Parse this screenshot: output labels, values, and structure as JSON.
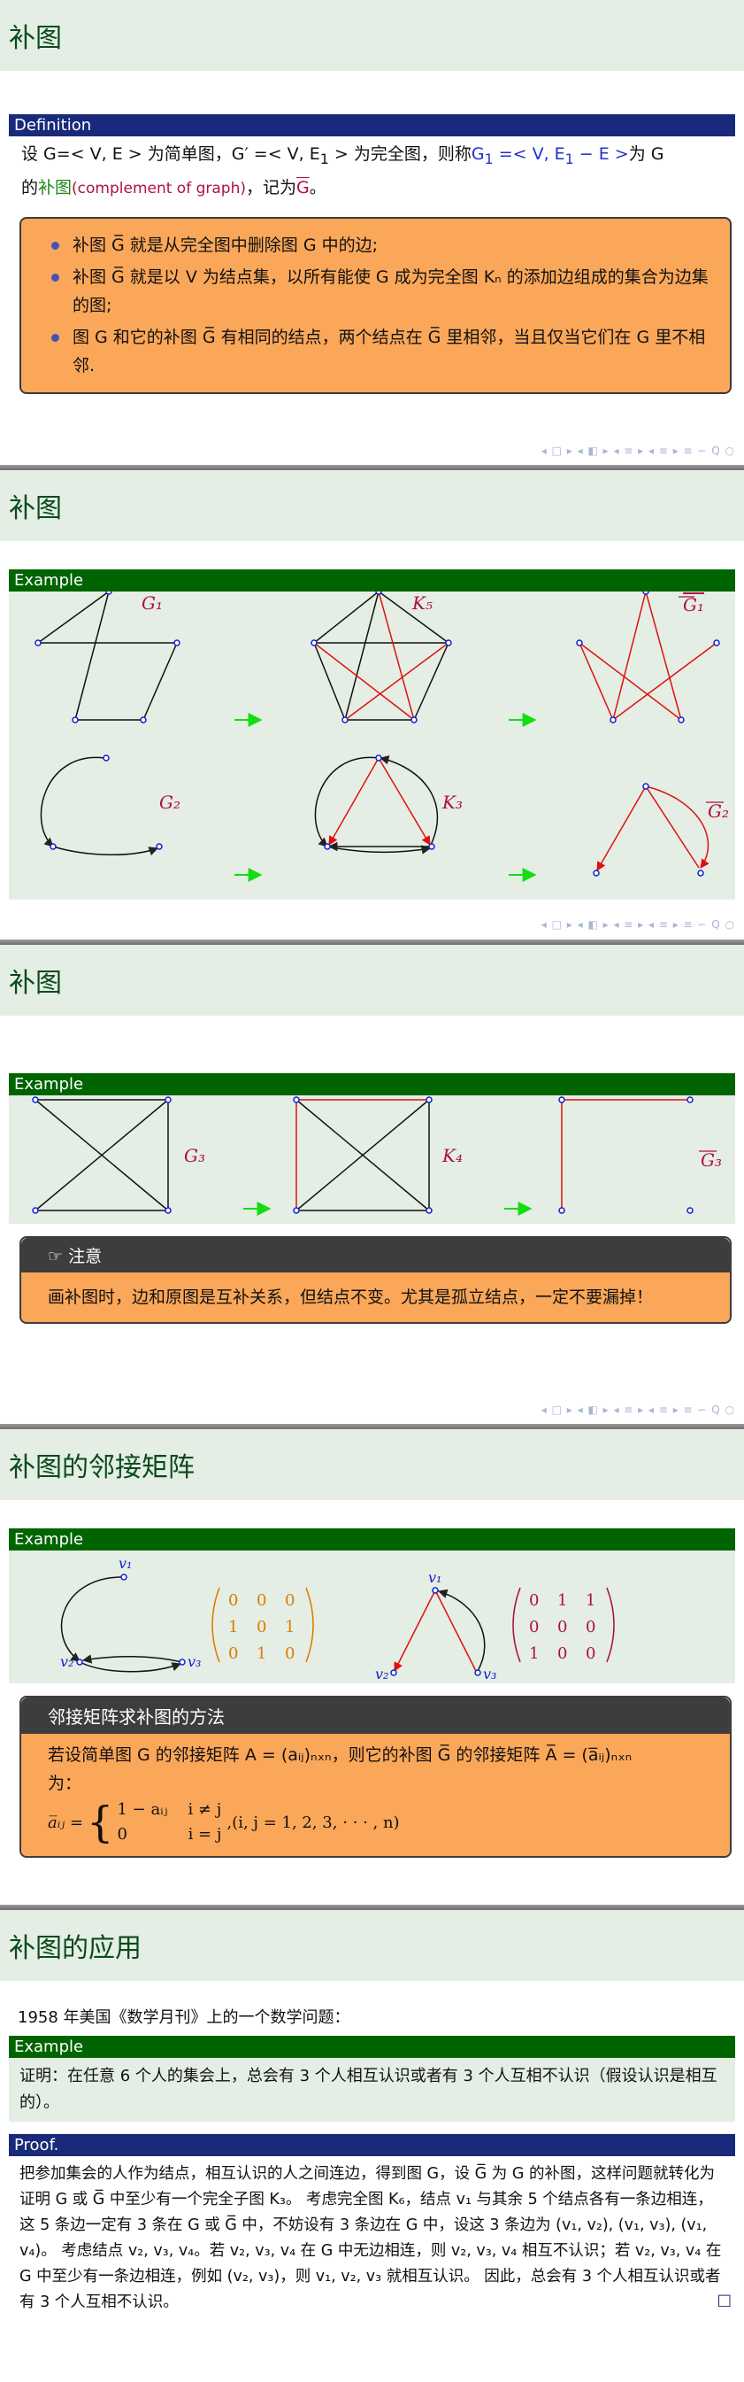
{
  "slide1": {
    "title": "补图",
    "def_head": "Definition",
    "def_line1_a": "设 G=< V, E > 为简单图，G′ =< V, E",
    "def_line1_sub": "1",
    "def_line1_b": " > 为完全图，则称",
    "def_line1_blue": "G",
    "def_line1_blue_sub": "1",
    "def_line1_blue_rest": " =< V, E",
    "def_line1_blue_sub2": "1",
    "def_line1_blue_rest2": " − E >",
    "def_line1_c": "为 G",
    "def_line2_a": "的",
    "def_line2_green": "补图",
    "def_line2_red": "(complement of graph)",
    "def_line2_b": "，记为",
    "def_line2_gbar": "G",
    "def_line2_c": "。",
    "bullets": [
      "补图 G̅ 就是从完全图中删除图 G 中的边;",
      "补图 G̅ 就是以 V 为结点集，以所有能使 G 成为完全图 Kₙ 的添加边组成的集合为边集的图;",
      "图 G 和它的补图 G̅ 有相同的结点，两个结点在 G̅ 里相邻，当且仅当它们在 G 里不相邻."
    ]
  },
  "slide2": {
    "title": "补图",
    "ex_head": "Example",
    "labels": {
      "g1": "G₁",
      "k5": "K₅",
      "g1bar": "G₁",
      "g2": "G₂",
      "k3": "K₃",
      "g2bar": "G₂"
    }
  },
  "slide3": {
    "title": "补图",
    "ex_head": "Example",
    "labels": {
      "g3": "G₃",
      "k4": "K₄",
      "g3bar": "G₃"
    },
    "note_head": "☞ 注意",
    "note_body": "画补图时，边和原图是互补关系，但结点不变。尤其是孤立结点，一定不要漏掉！"
  },
  "slide4": {
    "title": "补图的邻接矩阵",
    "ex_head": "Example",
    "node_labels": {
      "v1": "v₁",
      "v2": "v₂",
      "v3": "v₃"
    },
    "matrix1": [
      [
        "0",
        "0",
        "0"
      ],
      [
        "1",
        "0",
        "1"
      ],
      [
        "0",
        "1",
        "0"
      ]
    ],
    "matrix2": [
      [
        "0",
        "1",
        "1"
      ],
      [
        "0",
        "0",
        "0"
      ],
      [
        "1",
        "0",
        "0"
      ]
    ],
    "method_head": "邻接矩阵求补图的方法",
    "method_line1": "若设简单图 G 的邻接矩阵 A = (aᵢⱼ)ₙₓₙ，则它的补图 G̅ 的邻接矩阵 A̅ = (a̅ᵢⱼ)ₙₓₙ",
    "method_line2": "为：",
    "formula_lhs": "a̅ᵢⱼ =",
    "formula_case1": "1 − aᵢⱼ    i ≠ j",
    "formula_case2": "0            i = j",
    "formula_cond": ",(i, j = 1, 2, 3, · · · , n)"
  },
  "slide5": {
    "title": "补图的应用",
    "intro": "1958 年美国《数学月刊》上的一个数学问题：",
    "ex_head": "Example",
    "ex_body": "证明：在任意 6 个人的集会上，总会有 3 个人相互认识或者有 3 个人互相不认识（假设认识是相互的）。",
    "proof_head": "Proof.",
    "proof_body": "把参加集会的人作为结点，相互认识的人之间连边，得到图 G，设 G̅ 为 G 的补图，这样问题就转化为证明 G 或 G̅ 中至少有一个完全子图 K₃。 考虑完全图 K₆，结点 v₁ 与其余 5 个结点各有一条边相连，这 5 条边一定有 3 条在 G 或 G̅ 中，不妨设有 3 条边在 G 中，设这 3 条边为 (v₁, v₂), (v₁, v₃), (v₁, v₄)。 考虑结点 v₂, v₃, v₄。若 v₂, v₃, v₄ 在 G 中无边相连，则 v₂, v₃, v₄ 相互不认识；若 v₂, v₃, v₄ 在 G 中至少有一条边相连，例如 (v₂, v₃)，则 v₁, v₂, v₃ 就相互认识。 因此，总会有 3 个人相互认识或者有 3 个人互相不认识。",
    "qed": "□"
  },
  "nav": "◂ □ ▸ ◂ ◧ ▸ ◂ ≡ ▸ ◂ ≡ ▸   ≡   ∽ Q ○",
  "colors": {
    "title_bg": "#e4eee4",
    "title_text": "#0a4a1c",
    "green_head": "#006400",
    "blue_head": "#1a2a7a",
    "orange": "#fba759",
    "dark": "#3d3d3d",
    "red_edge": "#e01010"
  }
}
